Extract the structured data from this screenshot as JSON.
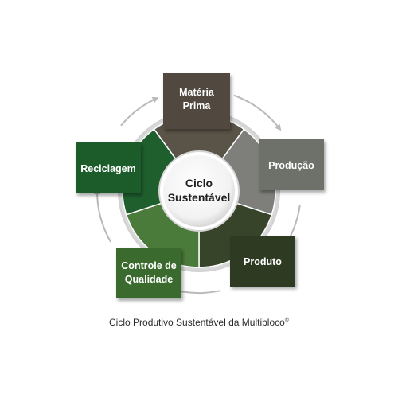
{
  "diagram": {
    "center": {
      "line1": "Ciclo",
      "line2": "Sustentável"
    },
    "stages": [
      {
        "line1": "Matéria",
        "line2": "Prima",
        "color": "#514A41"
      },
      {
        "line1": "Produção",
        "line2": "",
        "color": "#6E706B"
      },
      {
        "line1": "Produto",
        "line2": "",
        "color": "#2F3A22"
      },
      {
        "line1": "Controle de",
        "line2": "Qualidade",
        "color": "#3A6A2E"
      },
      {
        "line1": "Reciclagem",
        "line2": "",
        "color": "#1F5B2A"
      }
    ],
    "wheel_colors": [
      "#5A5347",
      "#7E7F7A",
      "#37442A",
      "#4A7B3A",
      "#1F5F2E"
    ],
    "arrow_color": "#B9B9B9"
  },
  "caption": {
    "text": "Ciclo Produtivo Sustentável da Multibloco",
    "mark": "®"
  }
}
